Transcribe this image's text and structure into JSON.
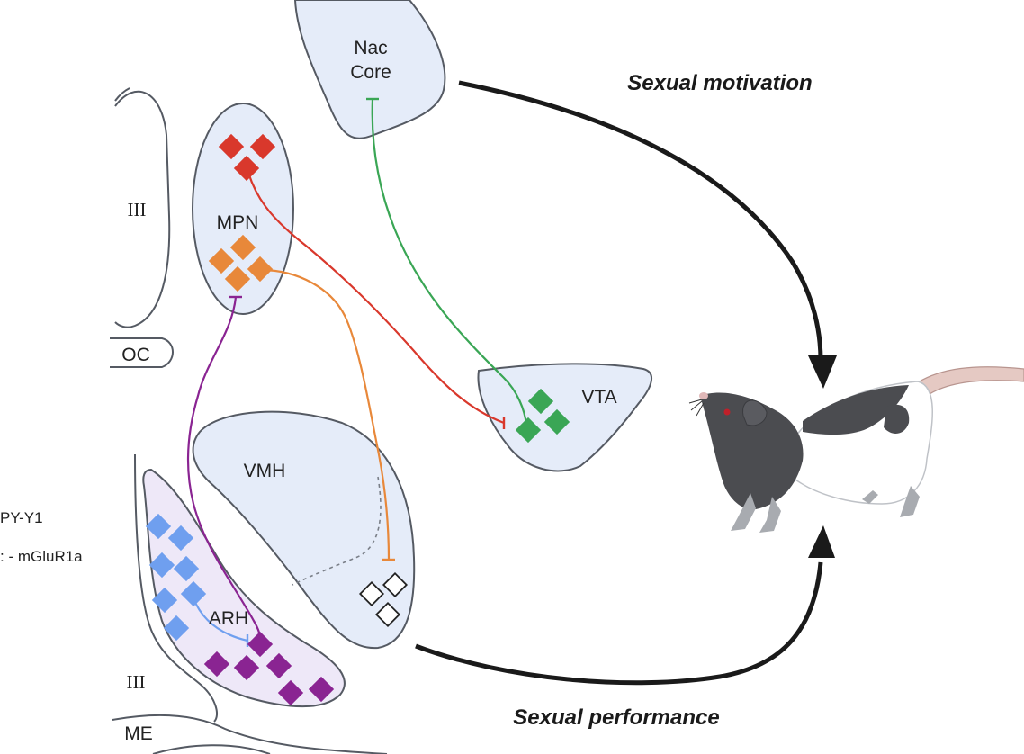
{
  "regions": {
    "nac_core_line1": "Nac",
    "nac_core_line2": "Core",
    "mpn": "MPN",
    "vta": "VTA",
    "vmh": "VMH",
    "arh": "ARH",
    "oc": "OC",
    "third_ventricle_top": "III",
    "third_ventricle_bottom": "III",
    "me": "ME"
  },
  "legend_partial": {
    "item1": "PY-Y1",
    "item2": ": - mGluR1a"
  },
  "outcomes": {
    "top": "Sexual motivation",
    "bottom": "Sexual performance"
  },
  "colors": {
    "red": "#d9382c",
    "orange": "#e8883a",
    "green": "#3aa655",
    "purple": "#8a2492",
    "blue": "#6f9fef",
    "region_fill": "#e5ecf9",
    "arh_fill": "#eee8f8",
    "outline": "#555a63"
  }
}
